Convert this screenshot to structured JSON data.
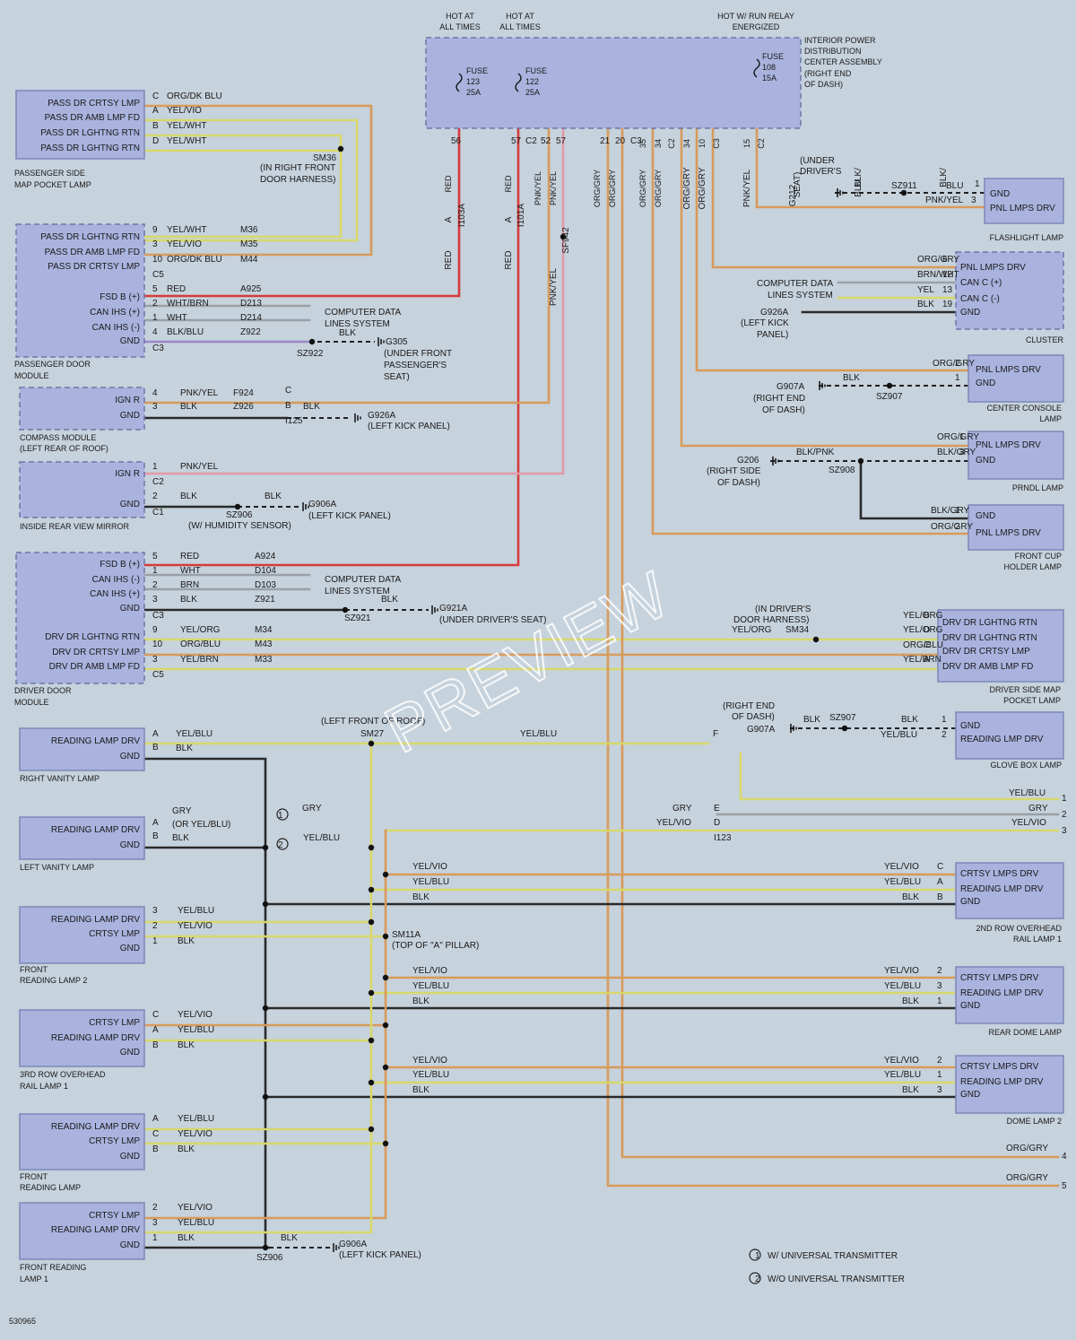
{
  "diagram": {
    "figure_id": "530965",
    "watermark": "PREVIEW",
    "colors": {
      "background": "#c6d2dc",
      "component_fill": "#a9b3de",
      "red": "#d63a3a",
      "yellow": "#d8d86a",
      "orange": "#d89a5a",
      "gray": "#9aa0a6",
      "black": "#2a2a2a",
      "violet": "#9a86c8",
      "pink": "#e19aa8"
    },
    "components": [
      {
        "name": "interior-power-distribution-center",
        "pins": [
          "FUSE",
          "123",
          "25A",
          "FUSE",
          "122",
          "25A",
          "FUSE",
          "108",
          "15A"
        ],
        "caption": [
          "INTERIOR POWER",
          "DISTRIBUTION",
          "CENTER ASSEMBLY",
          "(RIGHT END",
          "OF DASH)"
        ],
        "headers": [
          "HOT AT",
          "ALL TIMES",
          "HOT AT",
          "ALL TIMES",
          "HOT W/ RUN RELAY",
          "ENERGIZED"
        ]
      },
      {
        "name": "passenger-side-map-pocket-lamp",
        "pins": [
          "PASS DR CRTSY LMP",
          "PASS DR AMB LMP FD",
          "PASS DR LGHTNG RTN",
          "PASS DR LGHTNG RTN"
        ],
        "caption": [
          "PASSENGER SIDE",
          "MAP POCKET LAMP"
        ]
      },
      {
        "name": "passenger-door-module",
        "pins": [
          "PASS DR LGHTNG RTN",
          "PASS DR AMB LMP FD",
          "PASS DR CRTSY LMP",
          "FSD B (+)",
          "CAN IHS (+)",
          "CAN IHS (-)",
          "GND"
        ],
        "caption": [
          "PASSENGER DOOR",
          "MODULE"
        ]
      },
      {
        "name": "compass-module",
        "pins": [
          "IGN R",
          "GND"
        ],
        "caption": [
          "COMPASS MODULE",
          "(LEFT REAR OF ROOF)"
        ]
      },
      {
        "name": "inside-rear-view-mirror",
        "pins": [
          "IGN R",
          "GND"
        ],
        "caption": [
          "INSIDE REAR VIEW MIRROR"
        ]
      },
      {
        "name": "driver-door-module",
        "pins": [
          "FSD B (+)",
          "CAN IHS (-)",
          "CAN IHS (+)",
          "GND",
          "DRV DR LGHTNG RTN",
          "DRV DR CRTSY LMP",
          "DRV DR AMB LMP FD"
        ],
        "caption": [
          "DRIVER DOOR",
          "MODULE"
        ]
      },
      {
        "name": "right-vanity-lamp",
        "pins": [
          "READING LAMP DRV",
          "GND"
        ],
        "caption": [
          "RIGHT VANITY LAMP"
        ]
      },
      {
        "name": "left-vanity-lamp",
        "pins": [
          "READING LAMP DRV",
          "GND"
        ],
        "caption": [
          "LEFT VANITY LAMP"
        ]
      },
      {
        "name": "front-reading-lamp-2",
        "pins": [
          "READING LAMP DRV",
          "CRTSY LMP",
          "GND"
        ],
        "caption": [
          "FRONT",
          "READING LAMP 2"
        ]
      },
      {
        "name": "third-row-overhead-rail-lamp-1",
        "pins": [
          "CRTSY LMP",
          "READING LAMP DRV",
          "GND"
        ],
        "caption": [
          "3RD ROW OVERHEAD",
          "RAIL LAMP 1"
        ]
      },
      {
        "name": "front-reading-lamp",
        "pins": [
          "READING LAMP DRV",
          "CRTSY LMP",
          "GND"
        ],
        "caption": [
          "FRONT",
          "READING LAMP"
        ]
      },
      {
        "name": "front-reading-lamp-1",
        "pins": [
          "CRTSY LMP",
          "READING LAMP DRV",
          "GND"
        ],
        "caption": [
          "FRONT READING",
          "LAMP 1"
        ]
      },
      {
        "name": "flashlight-lamp",
        "pins": [
          "GND",
          "PNL LMPS DRV"
        ],
        "caption": [
          "FLASHLIGHT LAMP"
        ]
      },
      {
        "name": "cluster",
        "pins": [
          "PNL LMPS DRV",
          "CAN C (+)",
          "CAN C (-)",
          "GND"
        ],
        "caption": [
          "CLUSTER"
        ]
      },
      {
        "name": "center-console-lamp",
        "pins": [
          "PNL LMPS DRV",
          "GND"
        ],
        "caption": [
          "CENTER CONSOLE",
          "LAMP"
        ]
      },
      {
        "name": "prndl-lamp",
        "pins": [
          "PNL LMPS DRV",
          "GND"
        ],
        "caption": [
          "PRNDL LAMP"
        ]
      },
      {
        "name": "front-cup-holder-lamp",
        "pins": [
          "GND",
          "PNL LMPS DRV"
        ],
        "caption": [
          "FRONT CUP",
          "HOLDER LAMP"
        ]
      },
      {
        "name": "driver-side-map-pocket-lamp",
        "pins": [
          "DRV DR LGHTNG RTN",
          "DRV DR LGHTNG RTN",
          "DRV DR CRTSY LMP",
          "DRV DR AMB LMP FD"
        ],
        "caption": [
          "DRIVER SIDE MAP",
          "POCKET LAMP"
        ]
      },
      {
        "name": "glove-box-lamp",
        "pins": [
          "GND",
          "READING LMP DRV"
        ],
        "caption": [
          "GLOVE BOX LAMP"
        ]
      },
      {
        "name": "second-row-overhead-rail-lamp-1",
        "pins": [
          "CRTSY LMPS DRV",
          "READING LMP DRV",
          "GND"
        ],
        "caption": [
          "2ND ROW OVERHEAD",
          "RAIL LAMP 1"
        ]
      },
      {
        "name": "rear-dome-lamp",
        "pins": [
          "CRTSY LMPS DRV",
          "READING LMP DRV",
          "GND"
        ],
        "caption": [
          "REAR DOME LAMP"
        ]
      },
      {
        "name": "dome-lamp-2",
        "pins": [
          "CRTSY LMPS DRV",
          "READING LMP DRV",
          "GND"
        ],
        "caption": [
          "DOME LAMP 2"
        ]
      }
    ],
    "labels": [
      "C",
      "A",
      "B",
      "D",
      "ORG/DK BLU",
      "YEL/VIO",
      "YEL/WHT",
      "YEL/WHT",
      "SM36",
      "(IN RIGHT FRONT",
      "DOOR HARNESS)",
      "9",
      "3",
      "10",
      "C5",
      "YEL/WHT",
      "YEL/VIO",
      "ORG/DK BLU",
      "M36",
      "M35",
      "M44",
      "5",
      "2",
      "1",
      "4",
      "C3",
      "RED",
      "WHT/BRN",
      "WHT",
      "BLK/BLU",
      "A925",
      "D213",
      "D214",
      "Z922",
      "COMPUTER DATA",
      "LINES SYSTEM",
      "BLK",
      "G305",
      "(UNDER FRONT",
      "PASSENGER'S",
      "SEAT)",
      "SZ922",
      "4",
      "3",
      "PNK/YEL",
      "BLK",
      "F924",
      "Z926",
      "C",
      "B",
      "BLK",
      "I125",
      "G926A",
      "(LEFT KICK PANEL)",
      "1",
      "2",
      "C2",
      "C1",
      "PNK/YEL",
      "BLK",
      "BLK",
      "SZ906",
      "G906A",
      "(LEFT KICK PANEL)",
      "(W/ HUMIDITY SENSOR)",
      "5",
      "1",
      "2",
      "3",
      "C3",
      "RED",
      "WHT",
      "BRN",
      "BLK",
      "A924",
      "D104",
      "D103",
      "Z921",
      "COMPUTER DATA",
      "LINES SYSTEM",
      "BLK",
      "G921A",
      "(UNDER DRIVER'S SEAT)",
      "SZ921",
      "9",
      "10",
      "3",
      "C5",
      "YEL/ORG",
      "ORG/BLU",
      "YEL/BRN",
      "M34",
      "M43",
      "M33",
      "56",
      "57",
      "C2",
      "52",
      "57",
      "21",
      "20",
      "C3",
      "35",
      "34",
      "C2",
      "34",
      "10",
      "C3",
      "15",
      "C2",
      "RED",
      "RED",
      "PNK/YEL",
      "PNK/YEL",
      "ORG/GRY",
      "ORG/GRY",
      "ORG/GRY",
      "ORG/GRY",
      "ORG/GRY",
      "ORG/GRY",
      "PNK/YEL",
      "A",
      "A",
      "I103A",
      "I101A",
      "RED",
      "RED",
      "SF942",
      "PNK/YEL",
      "(UNDER",
      "DRIVER'S",
      "SEAT)",
      "G212",
      "BLK/",
      "BLU",
      "SZ911",
      "BLK/",
      "BLU",
      "PNK/YEL",
      "1",
      "3",
      "ORG/GRY",
      "BRN/WHT",
      "YEL",
      "BLK",
      "6",
      "12",
      "13",
      "19",
      "COMPUTER DATA",
      "LINES SYSTEM",
      "G926A",
      "(LEFT KICK",
      "PANEL)",
      "ORG/GRY",
      "BLK",
      "2",
      "1",
      "G907A",
      "(RIGHT END",
      "OF DASH)",
      "SZ907",
      "ORG/GRY",
      "BLK/GRY",
      "BLK/PNK",
      "1",
      "3",
      "G206",
      "(RIGHT SIDE",
      "OF DASH)",
      "SZ908",
      "BLK/GRY",
      "ORG/GRY",
      "1",
      "2",
      "(IN DRIVER'S",
      "DOOR HARNESS)",
      "YEL/ORG",
      "SM34",
      "YEL/ORG",
      "YEL/ORG",
      "ORG/BLU",
      "YEL/BRN",
      "B",
      "D",
      "C",
      "A",
      "A",
      "B",
      "YEL/BLU",
      "BLK",
      "(LEFT FRONT OF ROOF)",
      "SM27",
      "YEL/BLU",
      "F",
      "(RIGHT END",
      "OF DASH)",
      "G907A",
      "BLK",
      "SZ907",
      "BLK",
      "YEL/BLU",
      "1",
      "2",
      "YEL/BLU",
      "GRY",
      "YEL/VIO",
      "1",
      "2",
      "3",
      "A",
      "B",
      "GRY",
      "(OR YEL/BLU)",
      "BLK",
      "GRY",
      "YEL/BLU",
      "GRY",
      "YEL/VIO",
      "E",
      "D",
      "I123",
      "1",
      "2",
      "YEL/VIO",
      "YEL/BLU",
      "BLK",
      "YEL/VIO",
      "YEL/BLU",
      "BLK",
      "C",
      "A",
      "B",
      "3",
      "2",
      "1",
      "YEL/BLU",
      "YEL/VIO",
      "BLK",
      "SM11A",
      "(TOP OF \"A\" PILLAR)",
      "YEL/VIO",
      "YEL/BLU",
      "BLK",
      "YEL/VIO",
      "YEL/BLU",
      "BLK",
      "2",
      "3",
      "1",
      "C",
      "A",
      "B",
      "YEL/VIO",
      "YEL/BLU",
      "BLK",
      "YEL/VIO",
      "YEL/BLU",
      "BLK",
      "YEL/VIO",
      "YEL/BLU",
      "BLK",
      "2",
      "1",
      "3",
      "A",
      "C",
      "B",
      "YEL/BLU",
      "YEL/VIO",
      "BLK",
      "ORG/GRY",
      "4",
      "ORG/GRY",
      "5",
      "2",
      "3",
      "1",
      "YEL/VIO",
      "YEL/BLU",
      "BLK",
      "BLK",
      "G906A",
      "(LEFT KICK PANEL)",
      "SZ906",
      "W/ UNIVERSAL TRANSMITTER",
      "W/O UNIVERSAL TRANSMITTER",
      "1",
      "2"
    ]
  }
}
